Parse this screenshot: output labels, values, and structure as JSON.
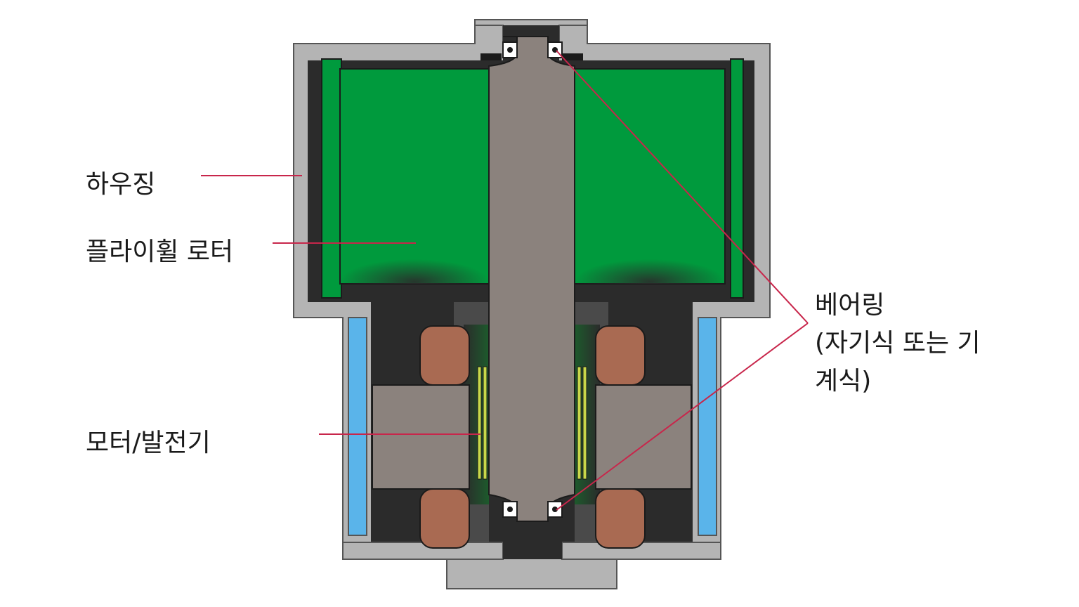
{
  "labels": {
    "housing": "하우징",
    "flywheel_rotor": "플라이휠 로터",
    "motor_generator": "모터/발전기",
    "bearing_line1": "베어링",
    "bearing_line2": "(자기식 또는 기",
    "bearing_line3": "계식)"
  },
  "colors": {
    "housing": "#b4b4b4",
    "housing_outline": "#555555",
    "rotor": "#009a3d",
    "shaft": "#8b827d",
    "coil": "#a96a52",
    "cooling": "#5ab4ea",
    "dark_fill": "#2b2b2b",
    "leader_line": "#c8264b"
  }
}
